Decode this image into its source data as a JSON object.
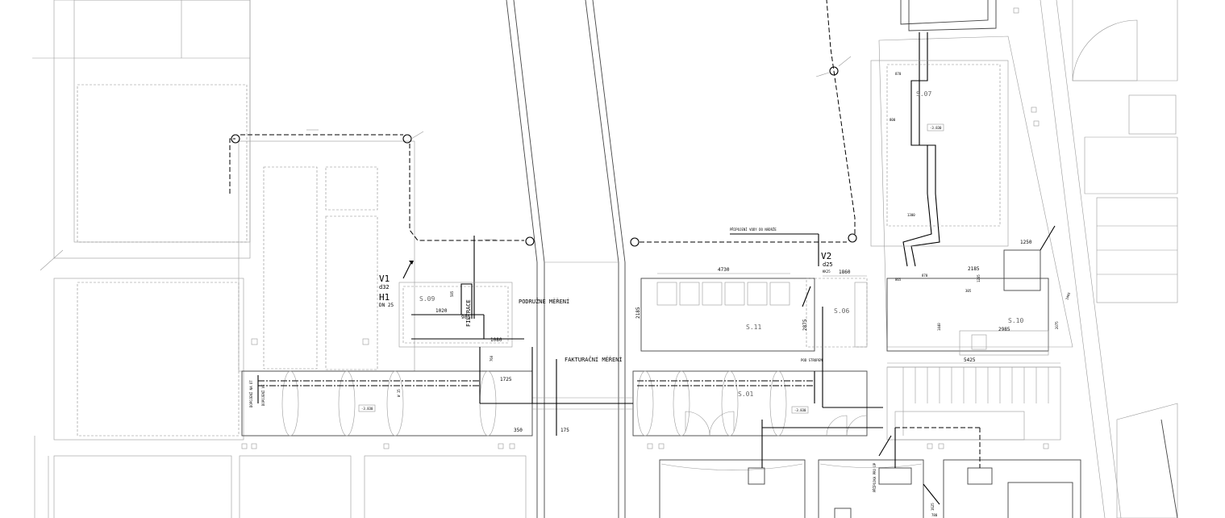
{
  "labels": {
    "v1_tag": "V1",
    "v1_diam": "d32",
    "h1_tag": "H1",
    "h1_dn": "DN 25",
    "v2_tag": "V2",
    "v2_diam": "d25",
    "v2_sub": "KK25",
    "filtrace": "FILTRACE",
    "podruzne_mereni": "PODRUŽNÉ MĚŘENÍ",
    "fakturacni_mereni": "FAKTURAČNÍ MĚŘENÍ",
    "pripojeni_vody": "PŘIPOJENÍ VODY DO NÁDRŽE",
    "dopojeni_na_ut": "DOPOJENÍ NA ÚT",
    "dopojeni_ve": "DOPOJENÍ VE",
    "w15": "W 15",
    "pod_stropem": "POD STROPEM",
    "pripojka": "PŘÍPOJKA PRO ÚP"
  },
  "rooms": {
    "s09": "S.09",
    "s11": "S.11",
    "s01": "S.01",
    "s06": "S.06",
    "s07": "S.07",
    "s10": "S.10",
    "lvl_left": "-3.830",
    "lvl_mid": "-3.830",
    "lvl_right": "-3.830"
  },
  "dims": {
    "d4730": "4730",
    "d1860": "1860",
    "d2185": "2185",
    "d2875": "2875",
    "d1020": "1020",
    "d900": "900",
    "d1080": "1080",
    "d1725": "1725",
    "d350": "350",
    "d175": "175",
    "d5425": "5425",
    "d2985": "2985",
    "d1250": "1250",
    "d2185b": "2185",
    "d870": "870",
    "d800": "800",
    "d1300": "1300",
    "d865": "865",
    "d870b": "870",
    "d1440": "1440",
    "d3485": "3485",
    "d2075": "2075",
    "d1625": "1625",
    "d780": "780",
    "d585": "585",
    "d760": "760",
    "d1205": "1205",
    "d305": "305"
  }
}
